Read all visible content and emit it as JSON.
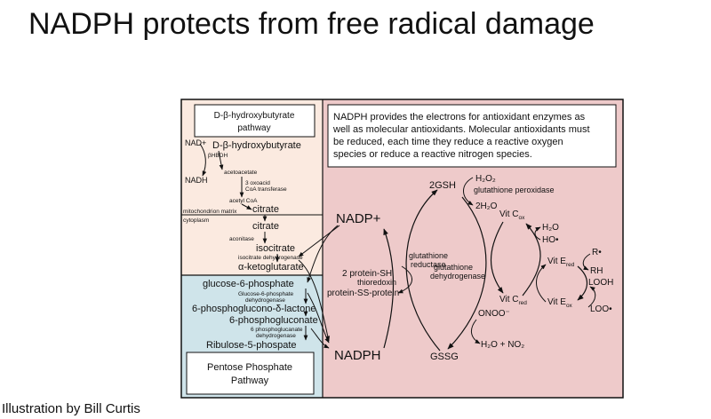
{
  "title": "NADPH protects from free radical damage",
  "credit": "Illustration by Bill Curtis",
  "colors": {
    "left_top_bg": "#fbeae0",
    "left_bottom_bg": "#cfe4ea",
    "right_bg": "#eecaca",
    "arrow": "#111111"
  },
  "left": {
    "pathway_box": [
      "D-β-hydroxybutyrate",
      "pathway"
    ],
    "nad_plus": "NAD+",
    "dbhb": "D-β-hydroxybutyrate",
    "bhbdh": "βHBDH",
    "nadh": "NADH",
    "acetoacetate": "acetoacetate",
    "oxoacid_1": "3 oxoacid",
    "oxoacid_2": "CoA transferase",
    "acetyl_coa": "acetyl CoA",
    "citrate_mito": "citrate",
    "mito_matrix": "mitochondrion matrix",
    "cytoplasm": "cytoplasm",
    "citrate_cyto": "citrate",
    "aconitase": "aconitase",
    "isocitrate": "isocitrate",
    "icdh": "isocitrate dehydrogenase",
    "akg": "α-ketoglutarate",
    "g6p": "glucose-6-phosphate",
    "g6pdh_1": "Glucose-6-phosphate",
    "g6pdh_2": "dehydrogenase",
    "lactone": "6-phosphoglucono-δ-lactone",
    "gluconate": "6-phosphogluconate",
    "pgdh_1": "6 phosphoglucanate",
    "pgdh_2": "dehydrogenase",
    "ribulose": "Ribulose-5-phospate",
    "ppp_box": [
      "Pentose Phosphate",
      "Pathway"
    ]
  },
  "right": {
    "info_lines": [
      "NADPH provides the electrons for antioxidant enzymes as",
      "well as molecular antioxidants. Molecular antioxidants must",
      "be reduced, each time they reduce a reactive oxygen",
      "species or reduce a reactive  nitrogen species."
    ],
    "nadp_plus": "NADP+",
    "nadph": "NADPH",
    "protein_sh": "2 protein-SH",
    "thioredoxin": "thioredoxin",
    "protein_ss": "protein-SS-protein",
    "gr_1": "glutathione",
    "gr_2": "reductase",
    "gdh_1": "glutathione",
    "gdh_2": "dehydrogenase",
    "gsh": "2GSH",
    "h2o2": "H₂O₂",
    "gpx": "glutathione peroxidase",
    "two_h2o": "2H₂O",
    "gssg": "GSSG",
    "onoo": "ONOO⁻",
    "h2o_no2": "H₂O + NO₂",
    "vitc_ox_main": "Vit C",
    "vitc_ox_sub": "ox",
    "vitc_red_main": "Vit C",
    "vitc_red_sub": "red",
    "h2o": "H₂O",
    "ho": "HO•",
    "vite_red_main": "Vit E",
    "vite_red_sub": "red",
    "vite_ox_main": "Vit E",
    "vite_ox_sub": "ox",
    "r_rad": "R•",
    "rh": "RH",
    "looh": "LOOH",
    "loo": "LOO•"
  }
}
